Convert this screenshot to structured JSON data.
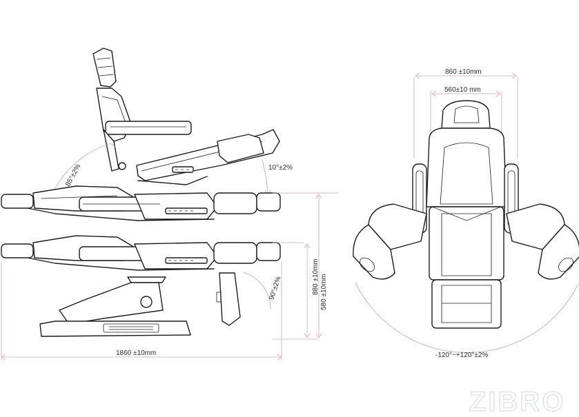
{
  "colors": {
    "dimension_line": "#cfa4c4",
    "outline": "#1c1c1c",
    "watermark": "#dfe3e8"
  },
  "dimensions": {
    "overall_width_top": "860 ±10mm",
    "seat_width": "560±10 mm",
    "total_length": "1860 ±10mm",
    "seat_height": "580 ±10mm",
    "max_height": "880 ±10mm",
    "backrest_angle": "85°±2%",
    "leg_tilt": "10°±2%",
    "legrest_angle": "90°±2%",
    "rotation": "-120°~+120°±2%"
  },
  "watermark": "ZIBRO"
}
